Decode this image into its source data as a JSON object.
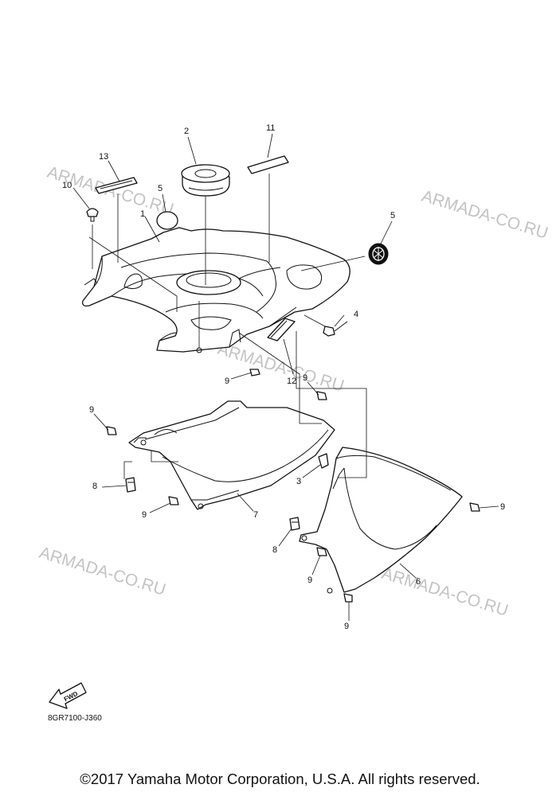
{
  "callouts": {
    "c1": "1",
    "c2": "2",
    "c3": "3",
    "c4": "4",
    "c5a": "5",
    "c5b": "5",
    "c6": "6",
    "c7": "7",
    "c8a": "8",
    "c8b": "8",
    "c9a": "9",
    "c9b": "9",
    "c9c": "9",
    "c9d": "9",
    "c9e": "9",
    "c9f": "9",
    "c9g": "9",
    "c10": "10",
    "c11": "11",
    "c12": "12",
    "c13": "13"
  },
  "watermark": "ARMADA-CO.RU",
  "fwd_label": "FWD",
  "drawing_number": "8GR7100-J360",
  "copyright": "©2017 Yamaha Motor Corporation, U.S.A. All rights reserved."
}
